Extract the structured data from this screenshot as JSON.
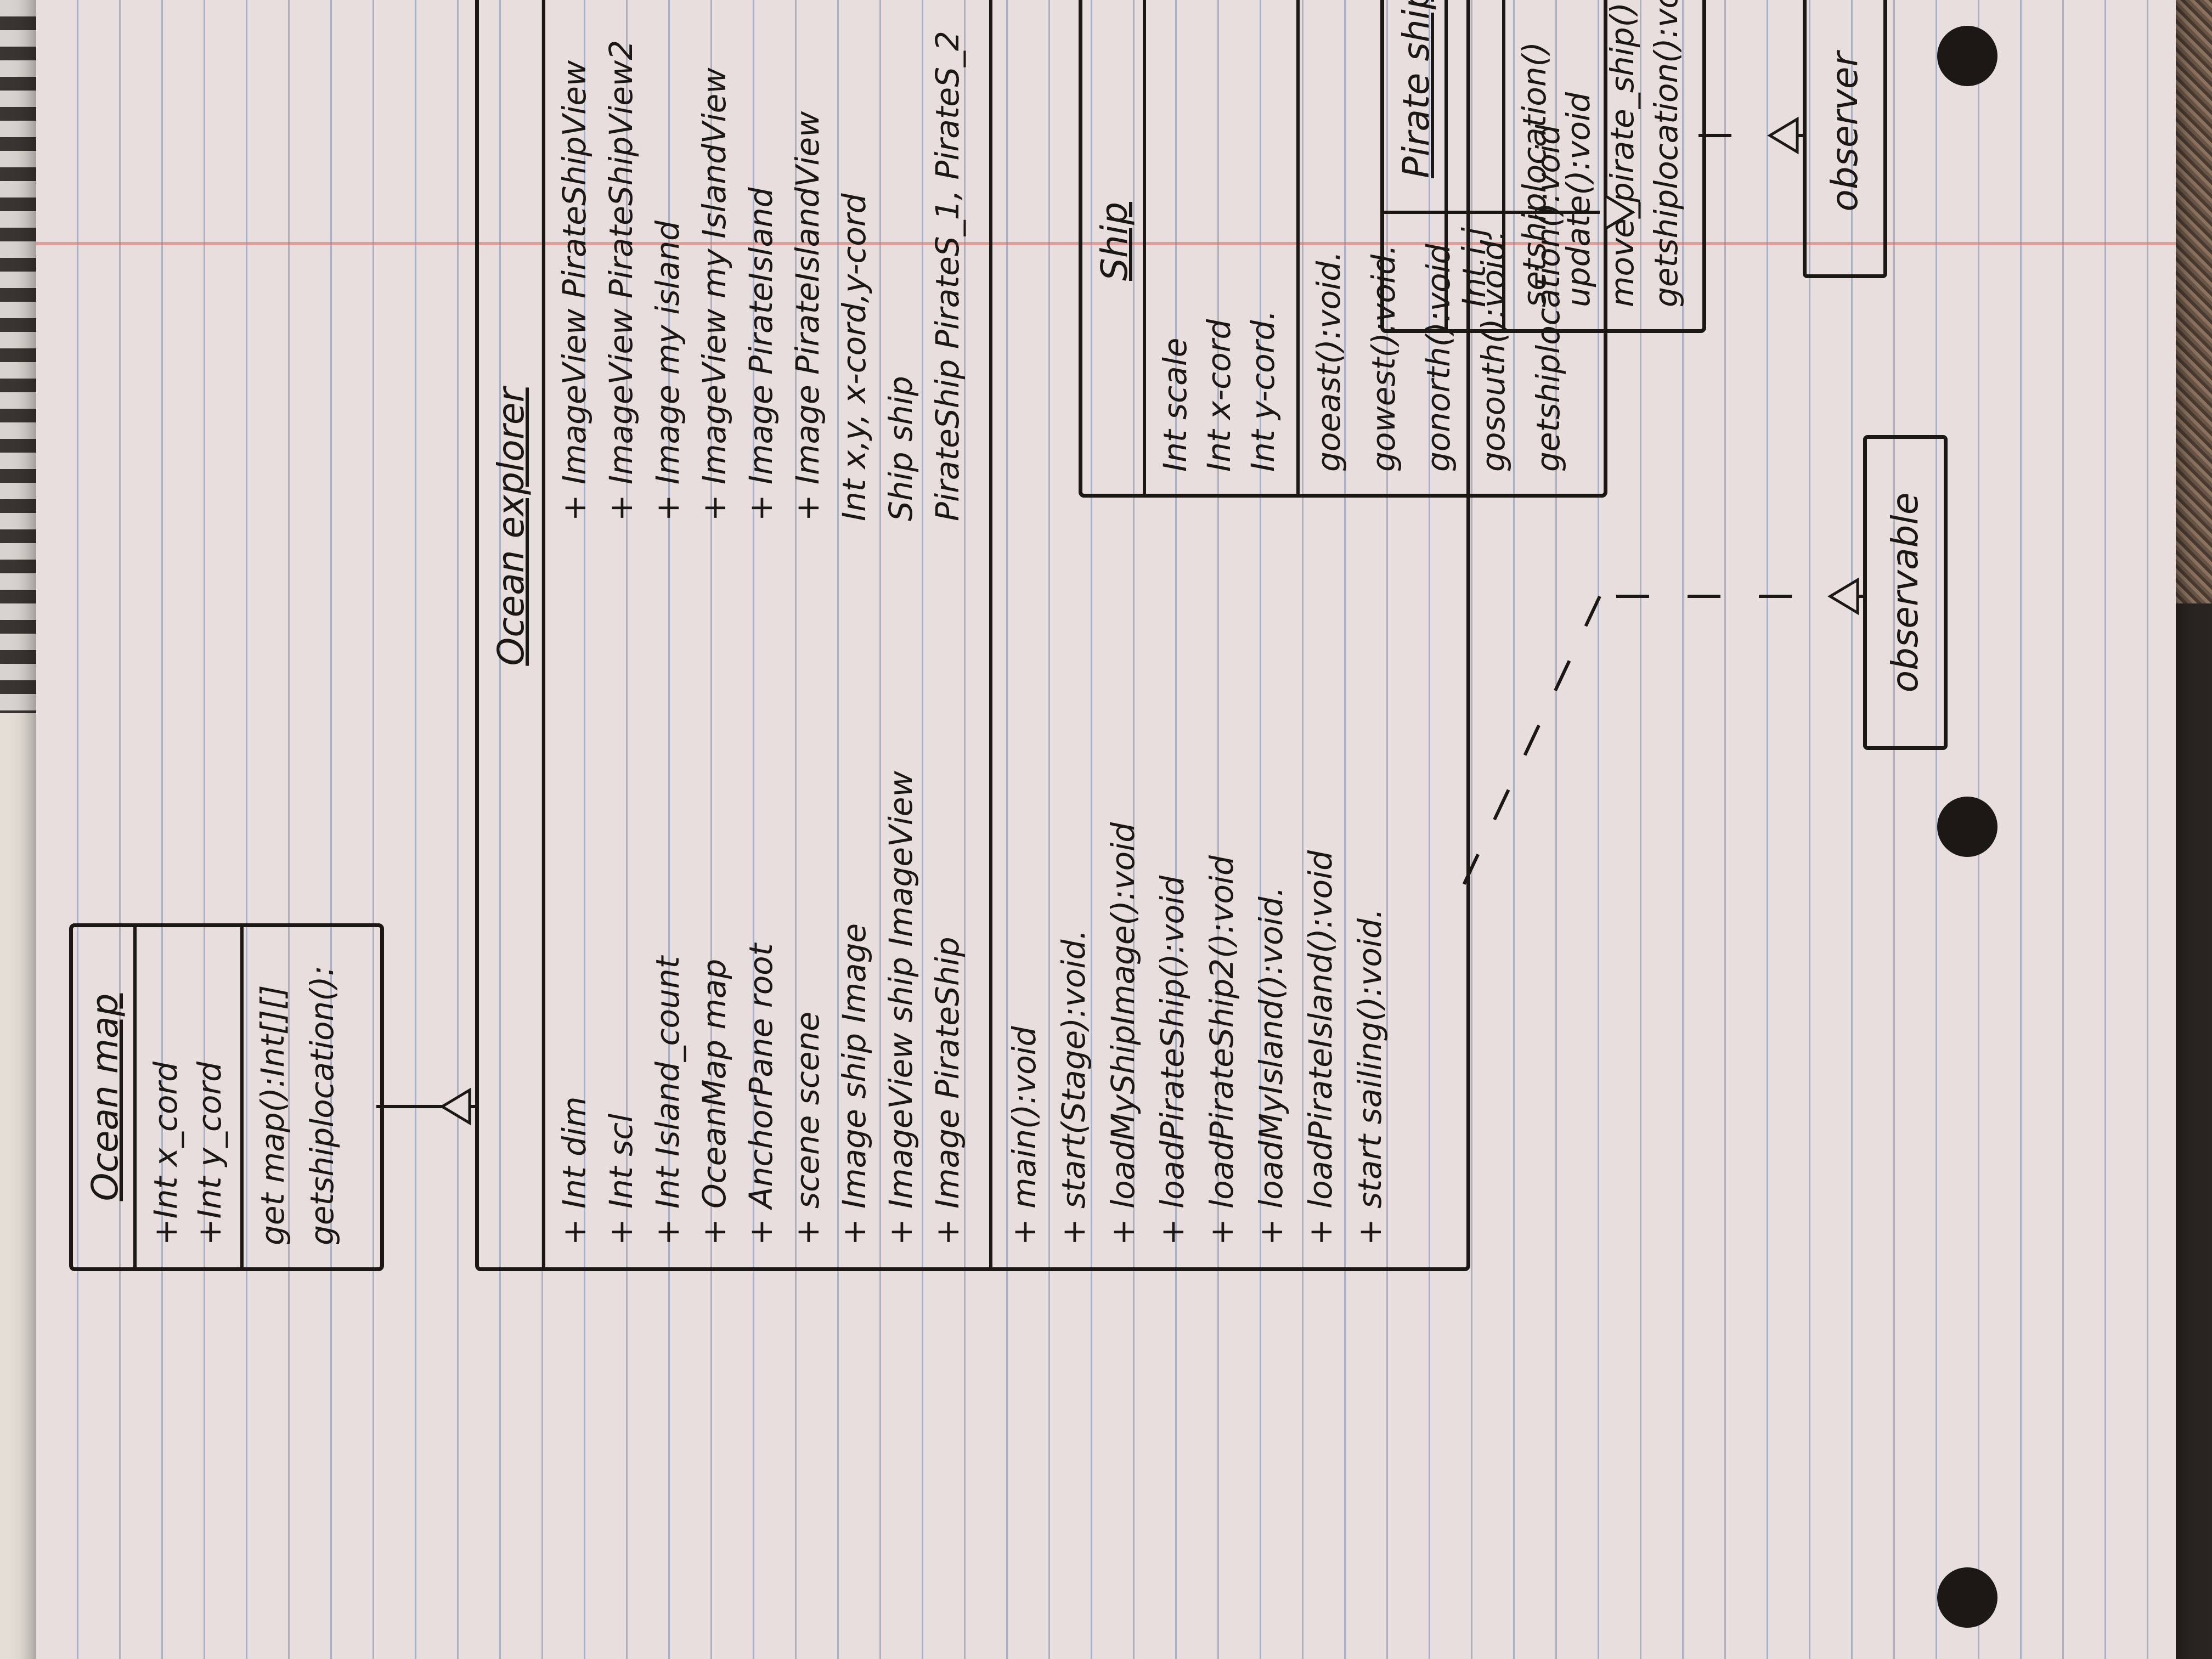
{
  "diagram": {
    "type": "uml-class-diagram",
    "interfaces": {
      "observable": "observable",
      "observer": "observer"
    },
    "classes": {
      "pirate_ship": {
        "name": "Pirate ship",
        "attributes": [
          "Int i,j"
        ],
        "methods": [
          "setshiplocation()",
          "update():void",
          "move_pirate_ship()",
          "getshiplocation():void"
        ]
      },
      "ship": {
        "name": "Ship",
        "attributes": [
          "Int scale",
          "Int x-cord",
          "Int y-cord."
        ],
        "methods": [
          "goeast():void.",
          "gowest():void.",
          "gonorth():void",
          "gosouth():void.",
          "getshiplocation():void"
        ]
      },
      "ocean_explorer": {
        "name": "Ocean explorer",
        "attributes": [
          "+ Int dim",
          "+ Int scl",
          "+ Int Island_count",
          "+ OceanMap map",
          "+ AnchorPane root",
          "+ scene scene",
          "+ Image ship Image",
          "+ ImageView ship ImageView",
          "+ Image PirateShip",
          "+ ImageView PirateShipView",
          "+ ImageView PirateShipView2",
          "+ Image my island",
          "+ ImageView my IslandView",
          "+ Image PirateIsland",
          "+ Image PirateIslandView",
          "Int x,y, x-cord,y-cord",
          "Ship ship",
          "PirateShip PirateS_1, PirateS_2"
        ],
        "methods": [
          "+ main():void",
          "+ start(Stage):void.",
          "+ loadMyShipImage():void",
          "+ loadPirateShip():void",
          "+ loadPirateShip2():void",
          "+ loadMyIsland():void.",
          "+ loadPirateIsland():void",
          "+ start sailing():void."
        ]
      },
      "ocean_map": {
        "name": "Ocean map",
        "attributes": [
          "+Int x_cord",
          "+Int y_cord"
        ],
        "methods": [
          "get map():Int[][]",
          "getshiplocation():"
        ]
      }
    }
  }
}
